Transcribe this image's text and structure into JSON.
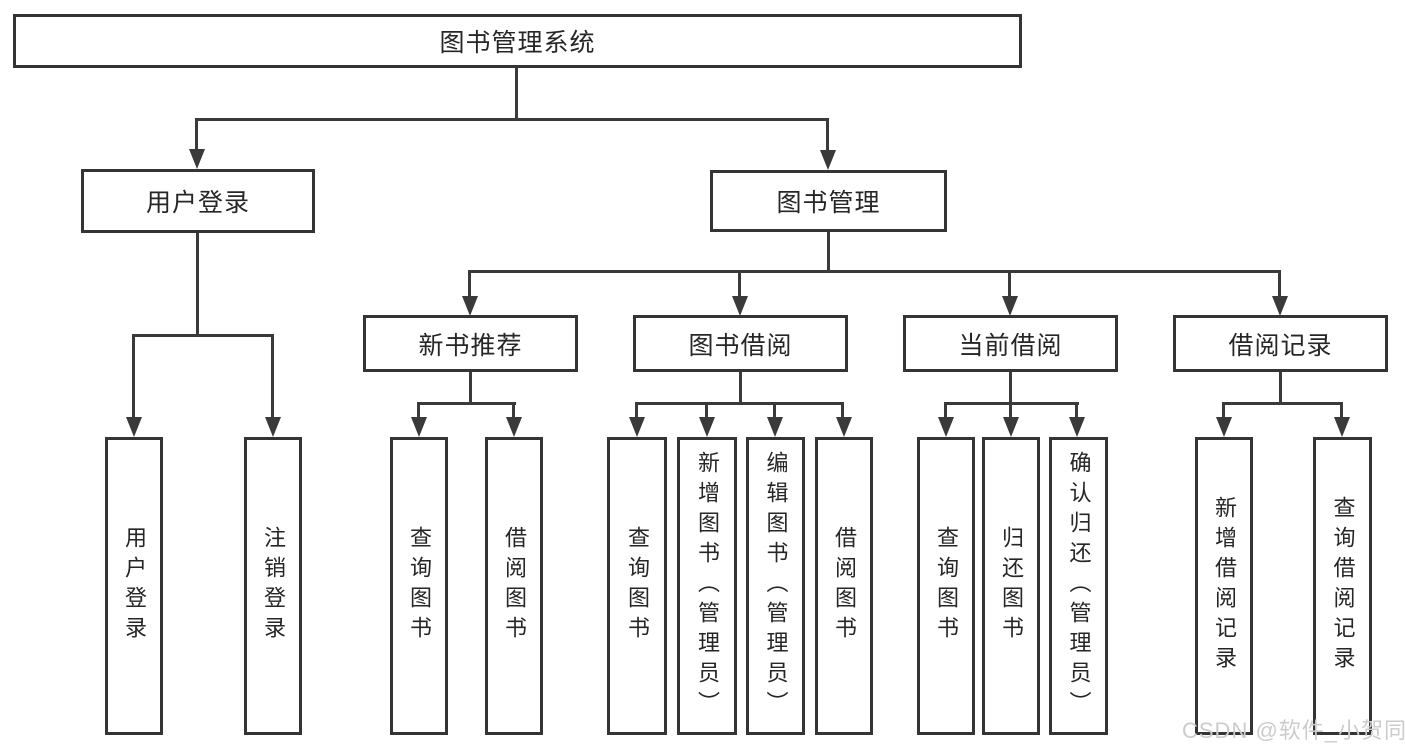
{
  "diagram": {
    "root": "图书管理系统",
    "user_login": {
      "label": "用户登录",
      "children": {
        "login": "用户登录",
        "logout": "注销登录"
      }
    },
    "book_management": {
      "label": "图书管理",
      "new_book_recommend": {
        "label": "新书推荐",
        "children": {
          "query_books": "查询图书",
          "borrow_books": "借阅图书"
        }
      },
      "book_borrowing": {
        "label": "图书借阅",
        "children": {
          "query_books": "查询图书",
          "add_books_admin": "新增图书（管理员）",
          "edit_books_admin": "编辑图书（管理员）",
          "borrow_books": "借阅图书"
        }
      },
      "current_borrowing": {
        "label": "当前借阅",
        "children": {
          "query_books": "查询图书",
          "return_books": "归还图书",
          "confirm_return_admin": "确认归还（管理员）"
        }
      },
      "borrowing_records": {
        "label": "借阅记录",
        "children": {
          "add_record": "新增借阅记录",
          "query_record": "查询借阅记录"
        }
      }
    }
  },
  "watermark": "CSDN @软件_小贺同学",
  "colors": {
    "line": "#3a3a3a",
    "border": "#343434",
    "text": "#262626",
    "watermark": "#cccccc",
    "background": "#ffffff"
  }
}
